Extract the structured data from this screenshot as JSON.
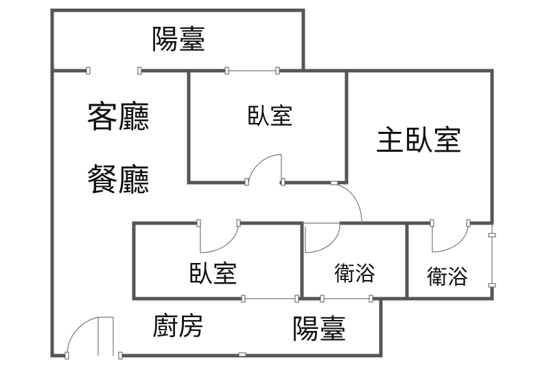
{
  "floor_plan": {
    "rooms": [
      {
        "id": "balcony-top",
        "label": "陽臺"
      },
      {
        "id": "living-room",
        "label": "客廳"
      },
      {
        "id": "dining-room",
        "label": "餐廳"
      },
      {
        "id": "bedroom-1",
        "label": "臥室"
      },
      {
        "id": "master-bedroom",
        "label": "主臥室"
      },
      {
        "id": "bedroom-2",
        "label": "臥室"
      },
      {
        "id": "bathroom-1",
        "label": "衛浴"
      },
      {
        "id": "bathroom-2",
        "label": "衛浴"
      },
      {
        "id": "kitchen",
        "label": "廚房"
      },
      {
        "id": "balcony-bottom",
        "label": "陽臺"
      }
    ],
    "colors": {
      "wall": "#555555",
      "background": "#ffffff",
      "text": "#111111"
    }
  }
}
